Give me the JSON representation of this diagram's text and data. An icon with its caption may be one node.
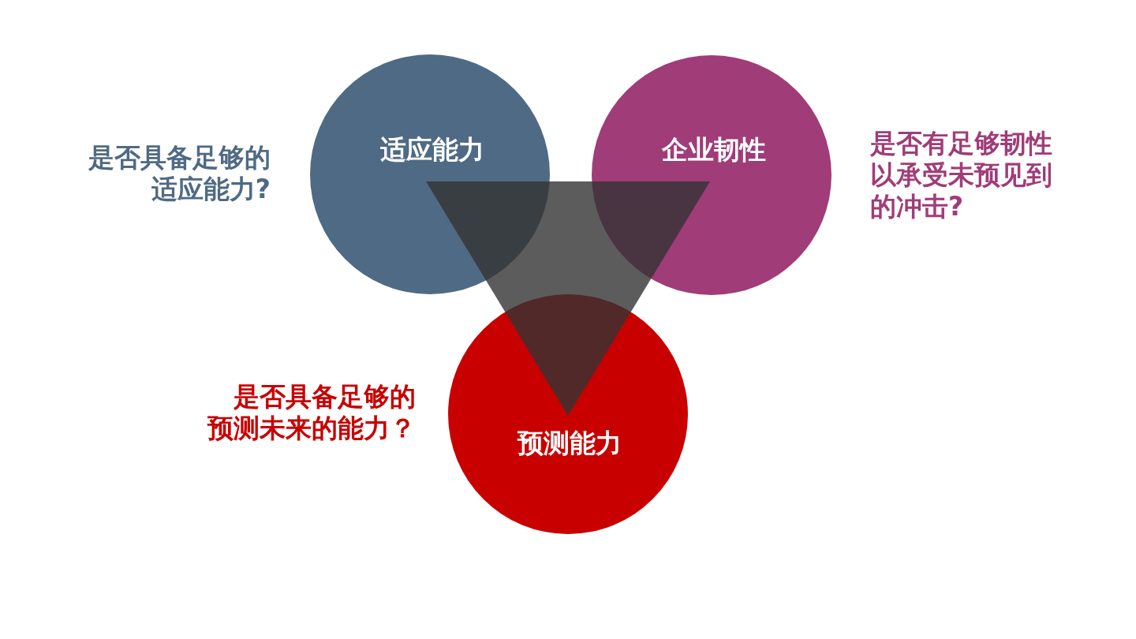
{
  "diagram": {
    "nodes": [
      {
        "text": [
          "适应能力"
        ],
        "beside": [
          "是否具备足够的适应能力?"
        ]
      },
      {
        "text": [
          "企业韧性"
        ],
        "beside": [
          "是否有足够韧性以承受未预见到的冲击?"
        ]
      },
      {
        "text": [],
        "shape": "triangle"
      },
      {
        "text": [
          "预测能力"
        ]
      }
    ],
    "labels": [
      "是否具备足够的预测未来的能力？"
    ]
  }
}
